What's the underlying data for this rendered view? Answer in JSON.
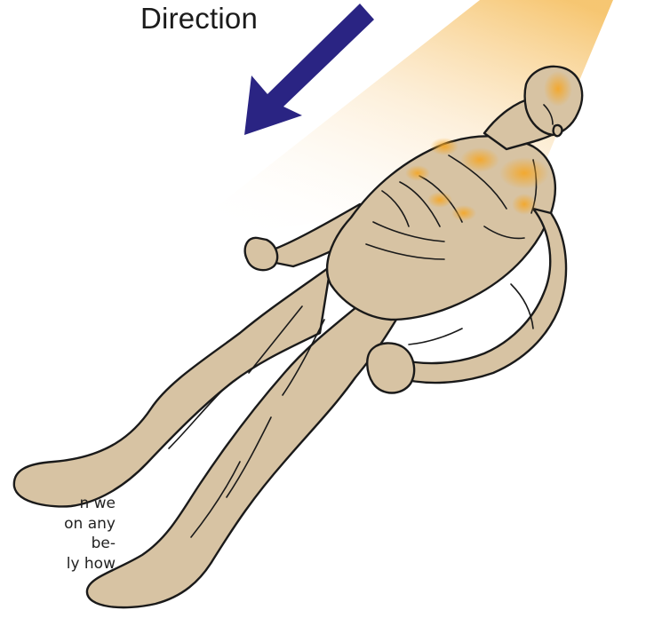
{
  "direction_label": "Direction",
  "side_text_lines": [
    "n we",
    "on any",
    "be-",
    "ly how"
  ],
  "colors": {
    "arrow": "#2a2483",
    "skin": "#d7c3a3",
    "outline": "#1a1a1a",
    "light_beam": "#f6c36a",
    "highlight": "#f0a433"
  },
  "icons": {
    "arrow": "direction-arrow-icon",
    "figure": "reclining-human-figure"
  }
}
